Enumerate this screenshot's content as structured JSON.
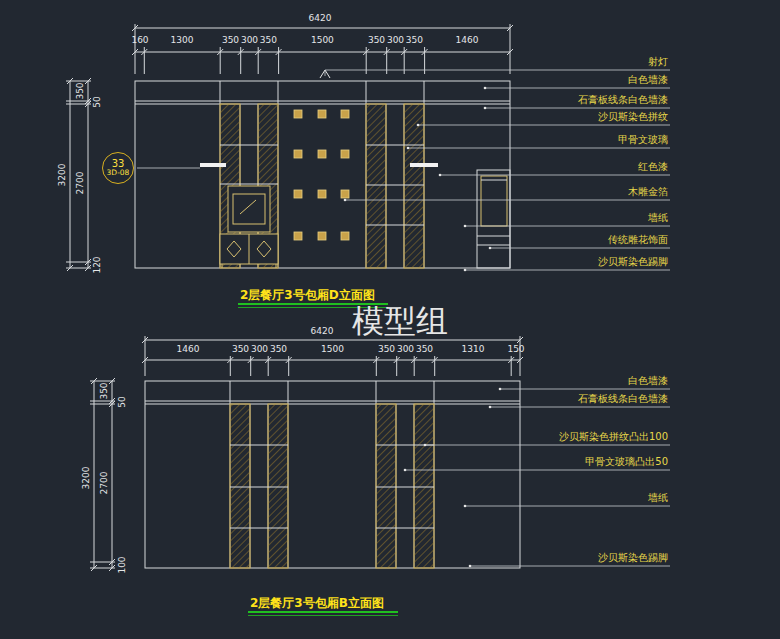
{
  "diagram": {
    "nodes": [
      {
        "text": [
          "33",
          "3D-08"
        ]
      }
    ],
    "labels": [
      "6420",
      "160",
      "1300",
      "350",
      "300",
      "350",
      "1500",
      "350",
      "300",
      "350",
      "1460",
      "350",
      "50",
      "3200",
      "2700",
      "120",
      "射灯",
      "白色墙漆",
      "石膏板线条白色墙漆",
      "沙贝斯染色拼纹",
      "甲骨文玻璃",
      "红色漆",
      "木雕金箔",
      "墙纸",
      "传统雕花饰面",
      "沙贝斯染色踢脚",
      "2层餐厅3号包厢D立面图",
      "模型组",
      "6420",
      "1460",
      "350",
      "300",
      "350",
      "1500",
      "350",
      "300",
      "350",
      "1310",
      "150",
      "350",
      "50",
      "3200",
      "2700",
      "100",
      "白色墙漆",
      "石膏板线条白色墙漆",
      "沙贝斯染色拼纹凸出100",
      "甲骨文玻璃凸出50",
      "墙纸",
      "沙贝斯染色踢脚",
      "2层餐厅3号包厢B立面图"
    ]
  }
}
